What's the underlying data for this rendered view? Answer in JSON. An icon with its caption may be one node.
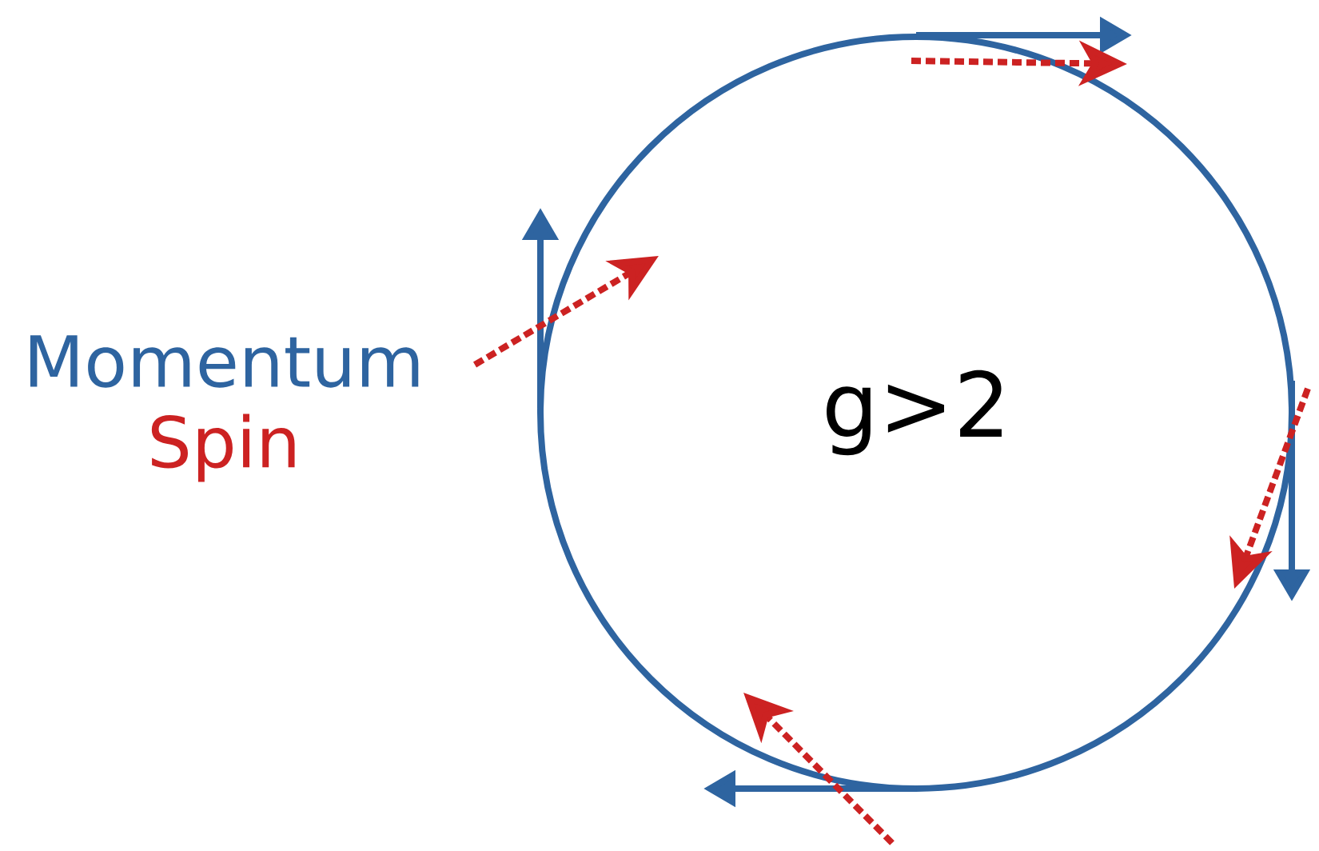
{
  "diagram": {
    "nodes": [
      {
        "text": [
          "g>2"
        ]
      }
    ],
    "labels": [
      "Momentum",
      "Spin"
    ]
  }
}
